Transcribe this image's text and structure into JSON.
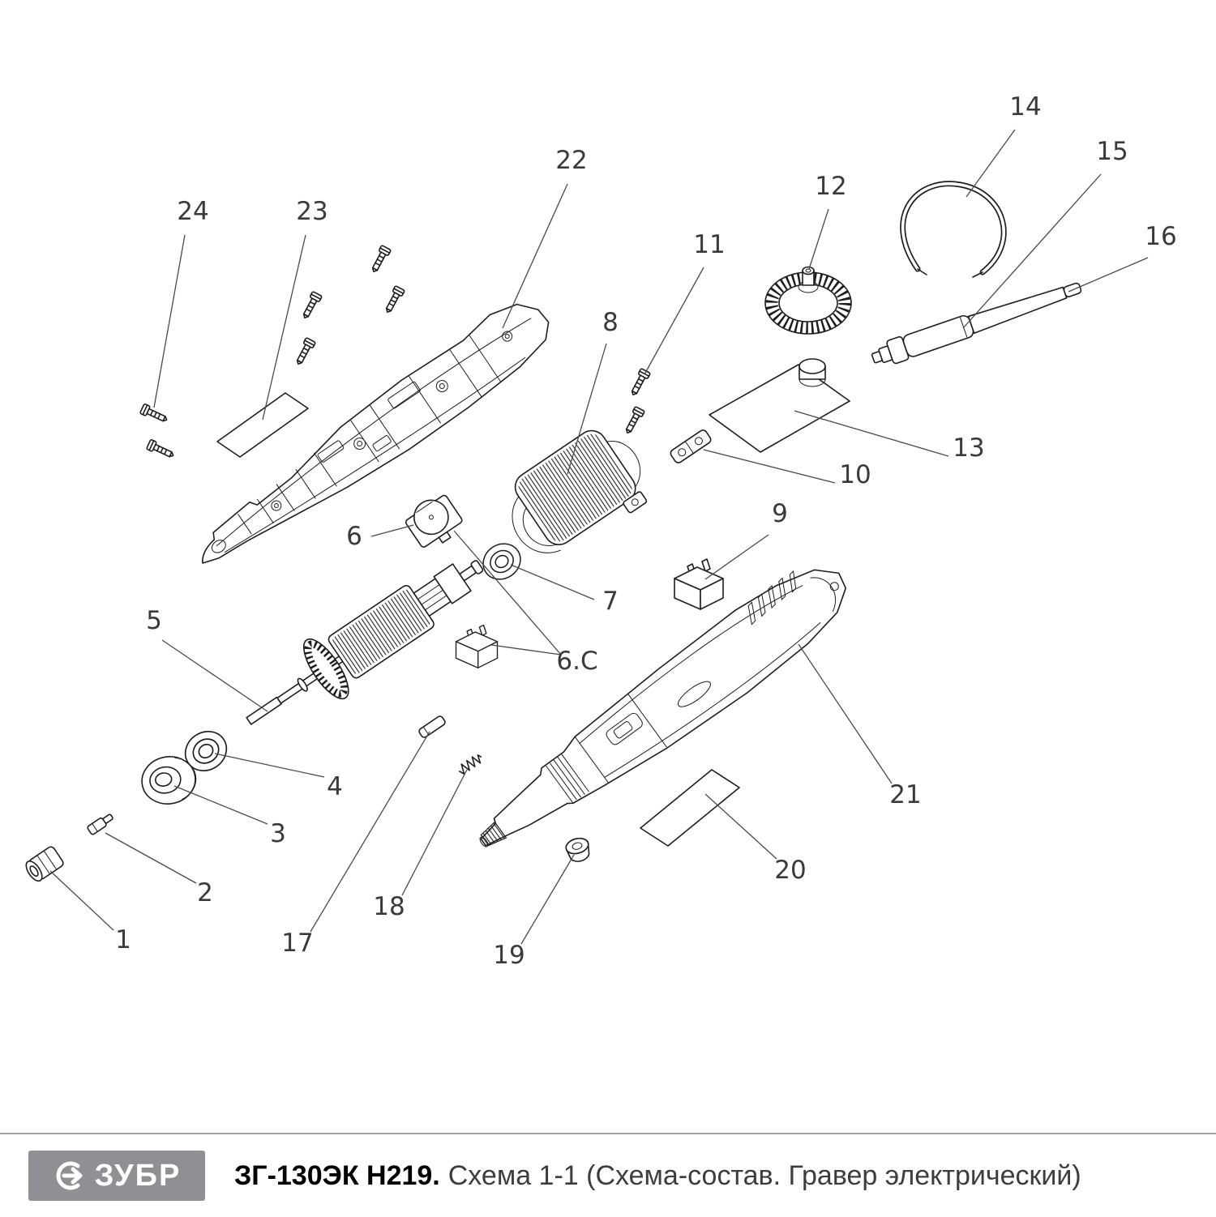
{
  "page": {
    "background": "#ffffff",
    "line_color": "#1e1e1e",
    "label_color": "#3a3a3a",
    "logo_bg": "#8e9093"
  },
  "footer": {
    "brand": "ЗУБР",
    "model": "ЗГ-130ЭК Н219.",
    "schema": "Схема 1-1 (Схема-состав. Гравер электрический)"
  },
  "diagram": {
    "callouts": [
      "1",
      "2",
      "3",
      "4",
      "5",
      "6",
      "7",
      "8",
      "9",
      "10",
      "11",
      "12",
      "13",
      "14",
      "15",
      "16",
      "17",
      "18",
      "19",
      "20",
      "21",
      "22",
      "23",
      "24",
      "6.C"
    ]
  }
}
